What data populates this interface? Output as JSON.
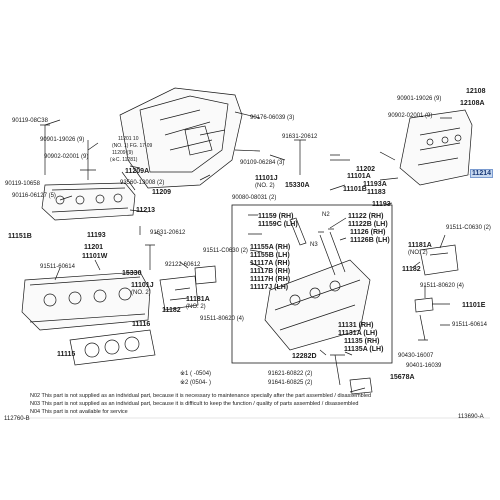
{
  "labels": {
    "p90119_08C38": "90119-08C38",
    "p90901_19026_9_l": "90901-19026 (9)",
    "p90902_02001_9_l": "90902-02001 (9)",
    "p90119_10658": "90119-10658",
    "p90116_06127": "90116-06127 (5)",
    "p11151B": "11151B",
    "p11201": "11201",
    "p11101W": "11101W",
    "p91511_60614_l": "91511-60614",
    "p11213": "11213",
    "p11193_l": "11193",
    "p11115": "11115",
    "p11116": "11116",
    "p11209A": "11209A",
    "p11209": "11209",
    "p93560_13008": "93560-13008 (2)",
    "p90176_06039": "90176-06039 (3)",
    "p90109_06284": "90109-06284 (3)",
    "p91631_20612_a": "91631-20612",
    "p11101J_a": "11101J",
    "p11101J_a_no": "(NO. 2)",
    "p15330A": "15330A",
    "p90080_08031": "90080-08031 (2)",
    "p91631_20612_b": "91631-20612",
    "p91511_C0630_2_l": "91511-C0630 (2)",
    "p92122_60612": "92122-60612",
    "p15330": "15330",
    "p11101J_b": "11101J",
    "p11101J_b_no": "(NO. 2)",
    "p11182_l": "11182",
    "p11181A_l": "11181A",
    "p11181A_l_no": "(NO. 2)",
    "p91511_80620_4_l": "91511-80620 (4)",
    "p11101A": "11101A",
    "p11101B": "11101B",
    "p11202": "11202",
    "p11193A": "11193A",
    "p11183": "11183",
    "p11193_r": "11193",
    "p90901_19026_9_r": "90901-19026 (9)",
    "p90902_02001_9_r": "90902-02001 (9)",
    "p12108": "12108",
    "p12108A": "12108A",
    "p11214": "11214",
    "p11159_RH": "11159 (RH)",
    "p11159C_LH": "11159C (LH)",
    "pN2_a": "N2",
    "pN3": "N3",
    "p11155A_RH": "11155A (RH)",
    "p11155B_LH": "11155B (LH)",
    "p11117A": "11117A (RH)",
    "p11117B": "11117B (RH)",
    "p11117H": "11117H (RH)",
    "p11117J": "11117J (LH)",
    "p11122_RH": "11122 (RH)",
    "p11122B_LH": "11122B (LH)",
    "p11126_RH": "11126 (RH)",
    "p11126B_LH": "11126B (LH)",
    "p91511_C0630_2_r": "91511-C0630 (2)",
    "p11181A_r": "11181A",
    "p11181A_r_no": "(NO. 2)",
    "p11182_r": "11182",
    "p91511_80620_4_r": "91511-80620 (4)",
    "p11101E": "11101E",
    "p91511_60614_r": "91511-60614",
    "p11131": "11131 (RH)",
    "p11131A": "11131A (LH)",
    "p11135": "11135 (RH)",
    "p11135A": "11135A (LH)",
    "p12282D": "12282D",
    "p90430_16007": "90430-16007",
    "p90401_16039": "90401-16039",
    "p15678A": "15678A",
    "p91621_60822": "91621-60822 (2)",
    "p91641_60825": "91641-60825 (2)",
    "code_note_left": "※1 (         -0504)",
    "code_note_left2": "※2 (0504-         )",
    "cover_note_1": "11201   10",
    "cover_note_2": "(NO. 1)   FG. 17-09",
    "cover_note_3": "11209 (9)",
    "cover_note_4": "(※C. 11281)"
  },
  "notes": [
    "N02  This part is not supplied as an individual part, because it is necessary to maintenance specially after the part assembled / disassembled",
    "N03  This part is not supplied as an individual part, because it is difficult to keep the function / quality of parts  assembled / disassembled",
    "N04  This part is not available for service"
  ],
  "footer": {
    "left_code": "112760-B",
    "right_code": "113690-A"
  },
  "colors": {
    "highlight_bg": "#c8d9f0",
    "highlight_text": "#1a3a78",
    "line": "#1a1a1a"
  }
}
